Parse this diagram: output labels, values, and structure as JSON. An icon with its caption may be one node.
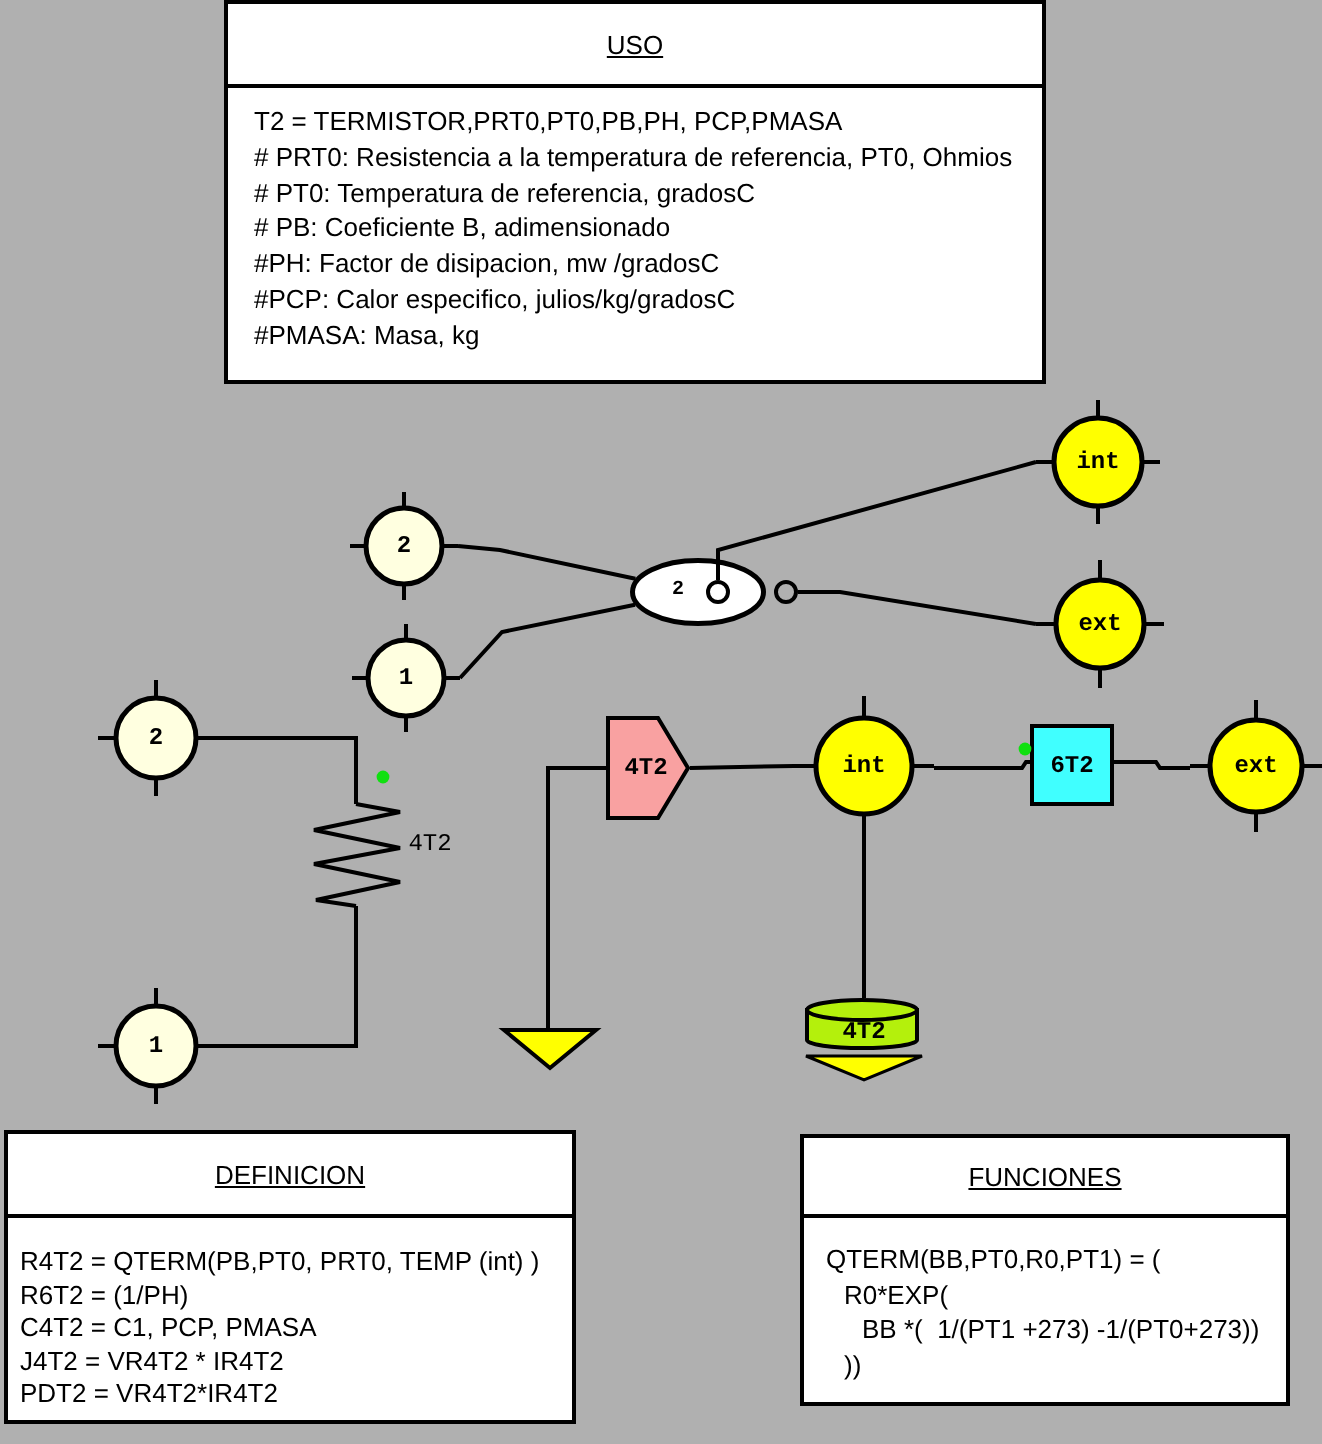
{
  "diagram": {
    "nodes": [
      {
        "text": [
          "USO",
          "T2 = TERMISTOR,PRT0,PT0,PB,PH, PCP,PMASA",
          "# PRT0: Resistencia a la temperatura de referencia, PT0, Ohmios",
          "# PT0: Temperatura de referencia, gradosC",
          "# PB: Coeficiente B, adimensionado",
          "#PH: Factor de disipacion, mw /gradosC",
          "#PCP: Calor especifico, julios/kg/gradosC",
          "#PMASA: Masa, kg"
        ]
      },
      {
        "text": [
          "2"
        ]
      },
      {
        "text": [
          "1"
        ]
      },
      {
        "text": [
          "2"
        ]
      },
      {
        "text": [],
        "shape": "circle",
        "in": 3
      },
      {
        "text": [],
        "shape": "circle"
      },
      {
        "text": [
          "int"
        ]
      },
      {
        "text": [
          "ext"
        ]
      },
      {
        "text": [
          "2"
        ]
      },
      {
        "text": [
          "1"
        ]
      },
      {
        "text": [
          "4T2"
        ]
      },
      {
        "text": [
          "4T2"
        ]
      },
      {
        "text": [
          "int"
        ]
      },
      {
        "text": [
          "6T2"
        ]
      },
      {
        "text": [
          "ext"
        ]
      },
      {
        "text": [],
        "shape": "triangle"
      },
      {
        "text": [
          "4T2"
        ]
      },
      {
        "text": [
          "DEFINICION",
          "R4T2 = QTERM(PB,PT0, PRT0, TEMP (int) )",
          "R6T2 = (1/PH)",
          "C4T2 = C1, PCP, PMASA",
          "J4T2 = VR4T2 * IR4T2",
          "PDT2 = VR4T2*IR4T2"
        ]
      },
      {
        "text": [
          "FUNCIONES",
          "QTERM(BB,PT0,R0,PT1) = (",
          "R0*EXP(",
          "BB *(  1/(PT1 +273) -1/(PT0+273))",
          "))"
        ]
      }
    ],
    "edges": [
      {
        "from": 1,
        "to": 3,
        "arrow": "none"
      },
      {
        "from": 2,
        "to": 3,
        "arrow": "none"
      },
      {
        "from": 4,
        "to": 6,
        "arrow": "none"
      },
      {
        "from": 5,
        "to": 7,
        "arrow": "none"
      },
      {
        "from": 8,
        "to": 10,
        "arrow": "none"
      },
      {
        "from": 10,
        "to": 9,
        "arrow": "none"
      },
      {
        "from": 11,
        "to": 15,
        "arrow": "none"
      },
      {
        "from": 11,
        "to": 12,
        "arrow": "none"
      },
      {
        "from": 12,
        "to": 13,
        "arrow": "none"
      },
      {
        "from": 13,
        "to": 14,
        "arrow": "none"
      },
      {
        "from": 12,
        "to": 16,
        "arrow": "none"
      }
    ]
  }
}
